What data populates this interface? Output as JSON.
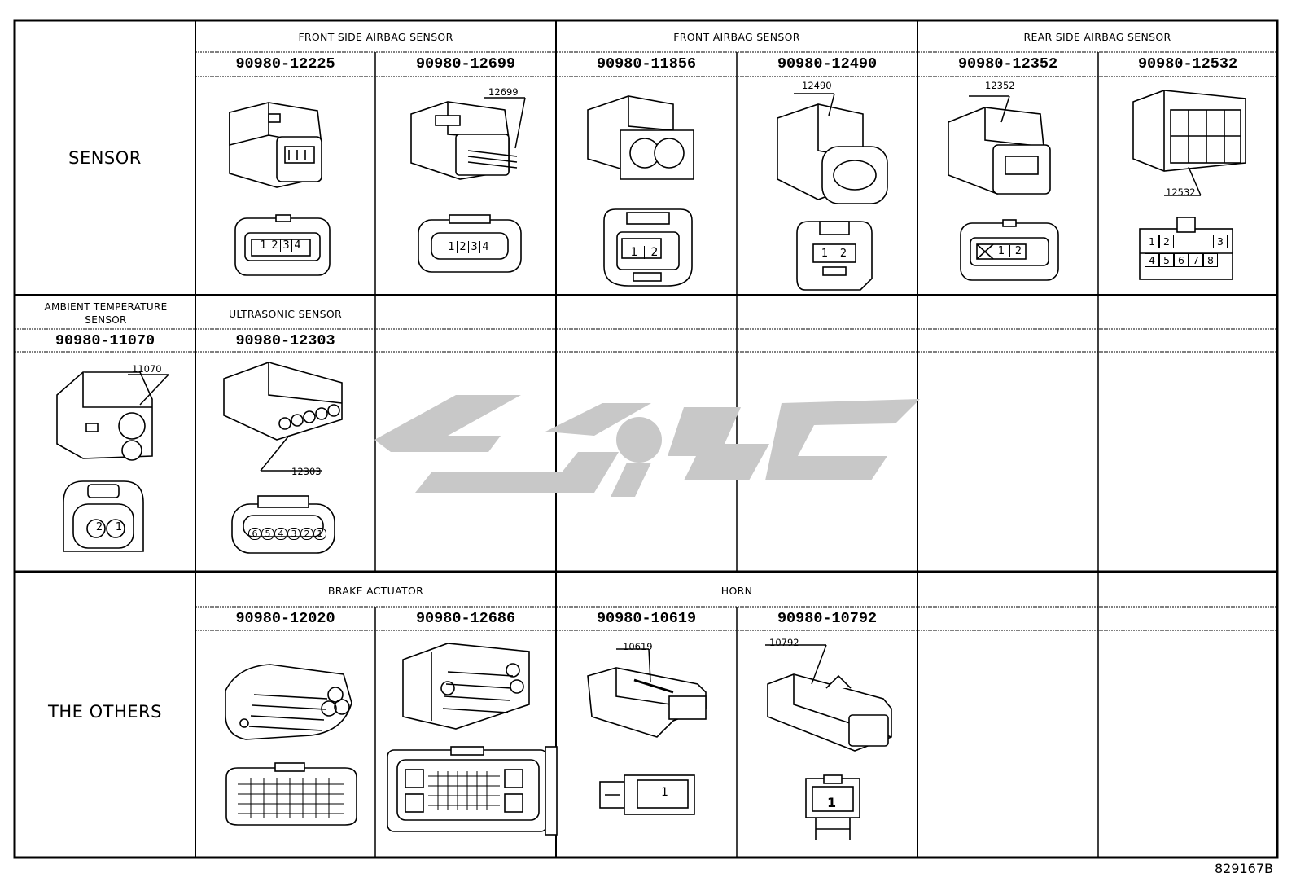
{
  "rows": {
    "sensor_label": "SENSOR",
    "others_label": "THE OTHERS"
  },
  "groups": {
    "front_side": "FRONT SIDE AIRBAG SENSOR",
    "front": "FRONT AIRBAG SENSOR",
    "rear_side": "REAR SIDE AIRBAG SENSOR",
    "ambient": "AMBIENT TEMPERATURE SENSOR",
    "ultrasonic": "ULTRASONIC SENSOR",
    "brake": "BRAKE ACTUATOR",
    "horn": "HORN"
  },
  "parts": {
    "p12225": "90980-12225",
    "p12699": "90980-12699",
    "p11856": "90980-11856",
    "p12490": "90980-12490",
    "p12352": "90980-12352",
    "p12532": "90980-12532",
    "p11070": "90980-11070",
    "p12303": "90980-12303",
    "p12020": "90980-12020",
    "p12686": "90980-12686",
    "p10619": "90980-10619",
    "p10792": "90980-10792"
  },
  "callouts": {
    "c12699": "12699",
    "c12490": "12490",
    "c12352": "12352",
    "c12532": "12532",
    "c11070": "11070",
    "c12303": "12303",
    "c10619": "10619",
    "c10792": "10792"
  },
  "pins": {
    "p12225": [
      "1",
      "2",
      "3",
      "4"
    ],
    "p12699": [
      "1",
      "2",
      "3",
      "4"
    ],
    "p11856": [
      "1",
      "2"
    ],
    "p12490": [
      "1",
      "2"
    ],
    "p12352": [
      "1",
      "2"
    ],
    "p12532": [
      "1",
      "2",
      "3",
      "4",
      "5",
      "6",
      "7",
      "8"
    ],
    "p11070": [
      "2",
      "1"
    ],
    "p12303": [
      "6",
      "5",
      "4",
      "3",
      "2",
      "1"
    ],
    "p10619": [
      "1"
    ],
    "p10792": [
      "1"
    ]
  },
  "reference": "829167B",
  "icons": {
    "watermark": "brand-logo-watermark"
  }
}
